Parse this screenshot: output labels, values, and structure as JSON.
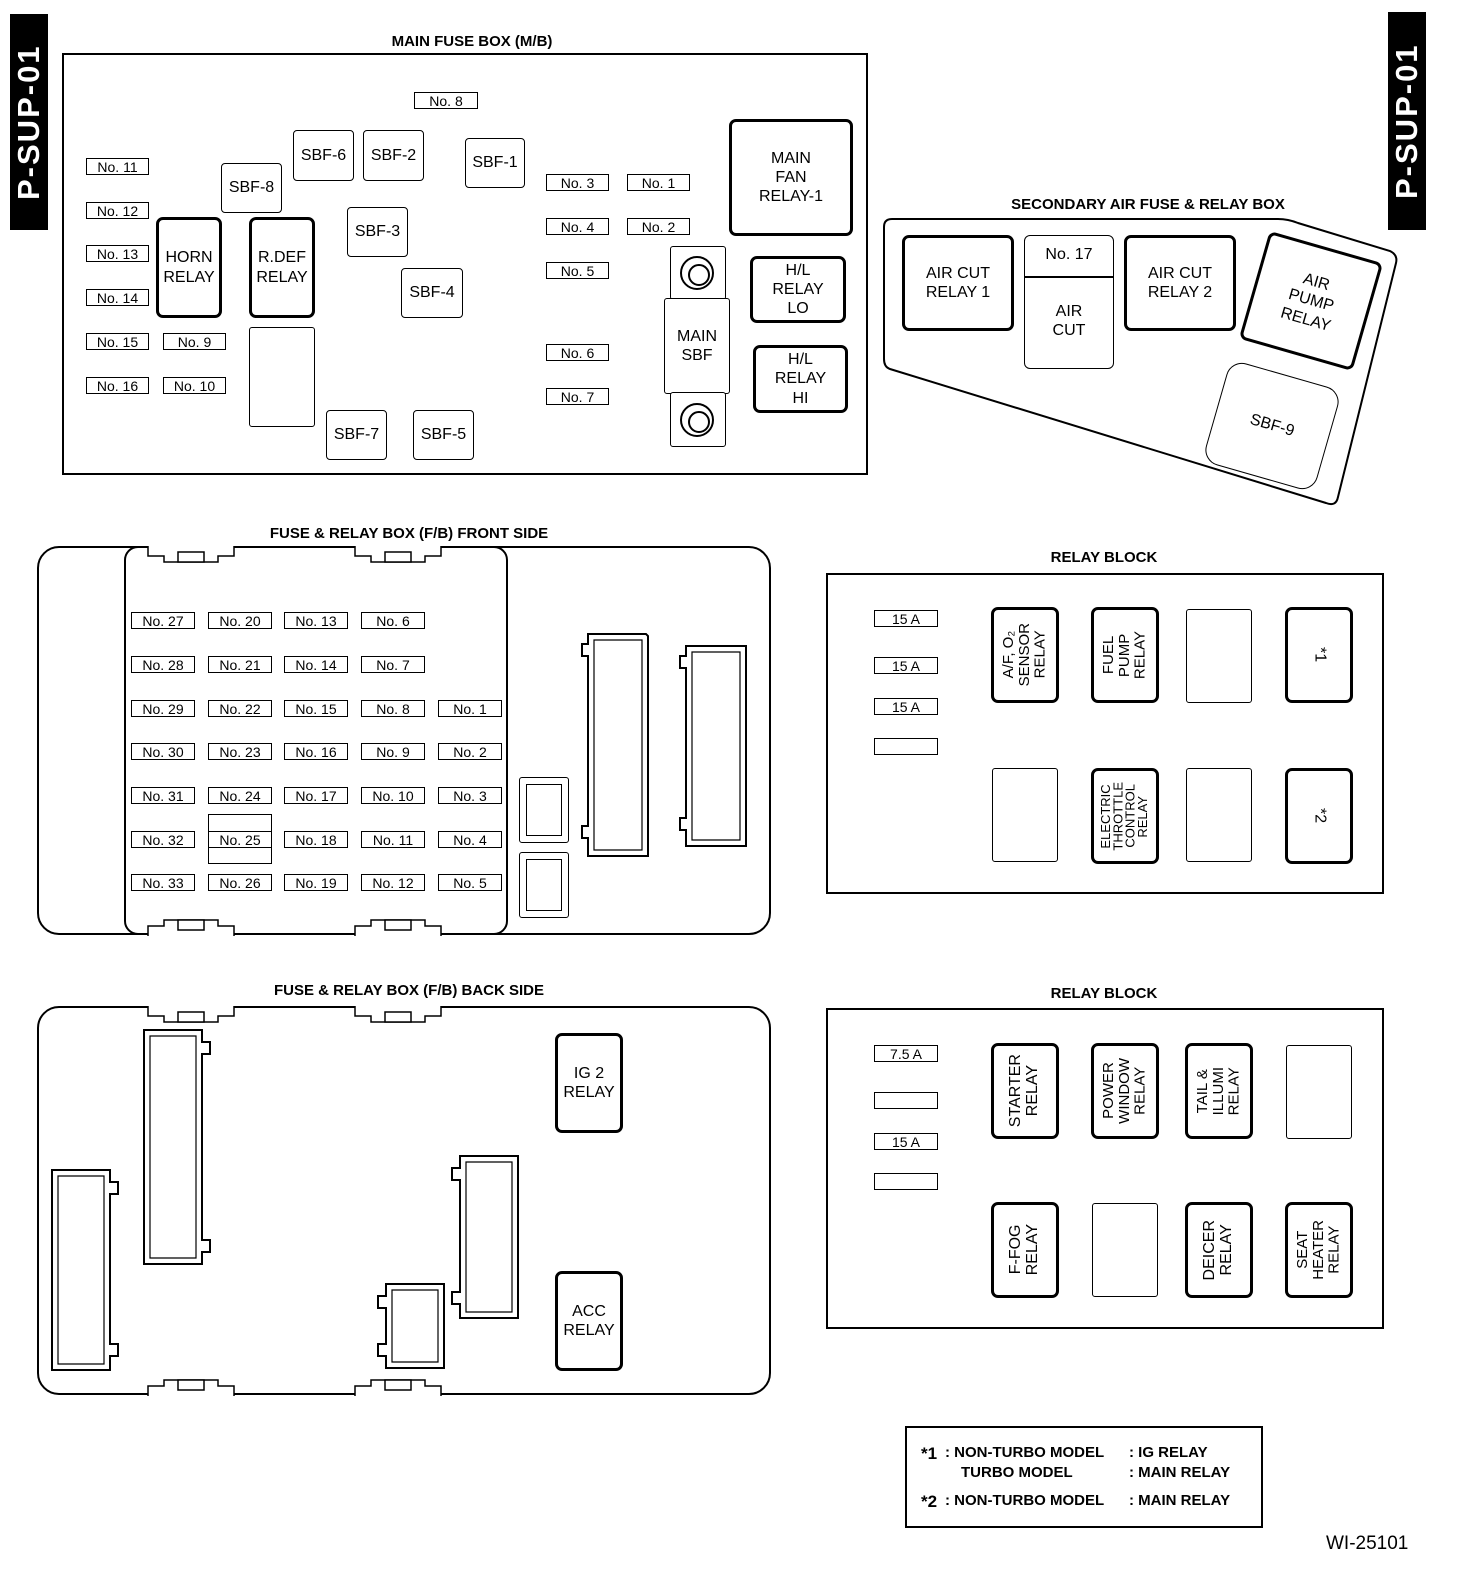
{
  "page_tag": "P-SUP-01",
  "footer_code": "WI-25101",
  "main_fuse_box": {
    "title": "MAIN FUSE BOX (M/B)",
    "fuses": [
      "No. 8",
      "No. 11",
      "No. 12",
      "No. 13",
      "No. 14",
      "No. 15",
      "No. 9",
      "No. 16",
      "No. 10",
      "No. 3",
      "No. 1",
      "No. 4",
      "No. 2",
      "No. 5",
      "No. 6",
      "No. 7"
    ],
    "sbf": [
      "SBF-1",
      "SBF-2",
      "SBF-3",
      "SBF-4",
      "SBF-5",
      "SBF-6",
      "SBF-7",
      "SBF-8"
    ],
    "horn_relay": "HORN\nRELAY",
    "rdef_relay": "R.DEF\nRELAY",
    "main_sbf": "MAIN\nSBF",
    "main_fan_relay": "MAIN\nFAN\nRELAY-1",
    "hl_relay_lo": "H/L\nRELAY\nLO",
    "hl_relay_hi": "H/L\nRELAY\nHI"
  },
  "secondary_air_box": {
    "title": "SECONDARY AIR FUSE & RELAY BOX",
    "air_cut_relay_1": "AIR CUT\nRELAY 1",
    "no17": "No. 17",
    "air_cut": "AIR\nCUT",
    "air_cut_relay_2": "AIR CUT\nRELAY 2",
    "air_pump_relay": "AIR\nPUMP\nRELAY",
    "sbf9": "SBF-9"
  },
  "front_side": {
    "title": "FUSE & RELAY BOX (F/B) FRONT SIDE",
    "rows": [
      [
        "No. 27",
        "No. 20",
        "No. 13",
        "No. 6",
        ""
      ],
      [
        "No. 28",
        "No. 21",
        "No. 14",
        "No. 7",
        ""
      ],
      [
        "No. 29",
        "No. 22",
        "No. 15",
        "No. 8",
        "No. 1"
      ],
      [
        "No. 30",
        "No. 23",
        "No. 16",
        "No. 9",
        "No. 2"
      ],
      [
        "No. 31",
        "No. 24",
        "No. 17",
        "No. 10",
        "No. 3"
      ],
      [
        "No. 32",
        "No. 25",
        "No. 18",
        "No. 11",
        "No. 4"
      ],
      [
        "No. 33",
        "No. 26",
        "No. 19",
        "No. 12",
        "No. 5"
      ]
    ]
  },
  "relay_block_1": {
    "title": "RELAY BLOCK",
    "fuses": [
      "15 A",
      "15 A",
      "15 A",
      ""
    ],
    "af_o2": "A/F, O₂\nSENSOR\nRELAY",
    "fuel_pump": "FUEL\nPUMP\nRELAY",
    "star1": "*1",
    "etc": "ELECTRIC\nTHROTTLE\nCONTROL\nRELAY",
    "star2": "*2"
  },
  "back_side": {
    "title": "FUSE & RELAY BOX (F/B) BACK SIDE",
    "ig2_relay": "IG 2\nRELAY",
    "acc_relay": "ACC\nRELAY"
  },
  "relay_block_2": {
    "title": "RELAY BLOCK",
    "fuses": [
      "7.5 A",
      "",
      "15 A",
      ""
    ],
    "starter": "STARTER\nRELAY",
    "power_window": "POWER\nWINDOW\nRELAY",
    "tail_illumi": "TAIL &\nILLUMI\nRELAY",
    "ffog": "F-FOG\nRELAY",
    "deicer": "DEICER\nRELAY",
    "seat_heater": "SEAT\nHEATER\nRELAY"
  },
  "legend": {
    "star1": "*1",
    "star1_label": ": NON-TURBO MODEL",
    "star1_value": ": IG RELAY",
    "turbo_label": "TURBO MODEL",
    "turbo_value": ": MAIN RELAY",
    "star2": "*2",
    "star2_label": ": NON-TURBO MODEL",
    "star2_value": ": MAIN RELAY"
  }
}
